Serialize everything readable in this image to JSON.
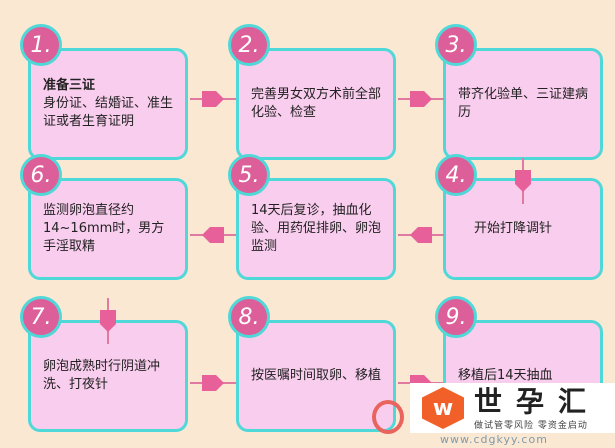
{
  "watermark": "www.cdgkyy.com",
  "steps": [
    {
      "num": "1.",
      "title": "准备三证",
      "text": "身份证、结婚证、准生证或者生育证明"
    },
    {
      "num": "2.",
      "text": "完善男女双方术前全部化验、检查"
    },
    {
      "num": "3.",
      "text": "带齐化验单、三证建病历"
    },
    {
      "num": "4.",
      "text": "开始打降调针"
    },
    {
      "num": "5.",
      "text": "14天后复诊，抽血化验、用药促排卵、卵泡监测"
    },
    {
      "num": "6.",
      "text": "监测卵泡直径约14~16mm时，男方手淫取精"
    },
    {
      "num": "7.",
      "text": "卵泡成熟时行阴道冲洗、打夜针"
    },
    {
      "num": "8.",
      "text": "按医嘱时间取卵、移植"
    },
    {
      "num": "9.",
      "text": "移植后14天抽血"
    }
  ],
  "logo": {
    "icon": "w",
    "name": "世孕汇",
    "slogan": "做试管零风险 零资金启动"
  },
  "colors": {
    "background": "#fbe8d2",
    "box": "#f9cdee",
    "border": "#4fd8d8",
    "accent": "#dd5f99"
  }
}
